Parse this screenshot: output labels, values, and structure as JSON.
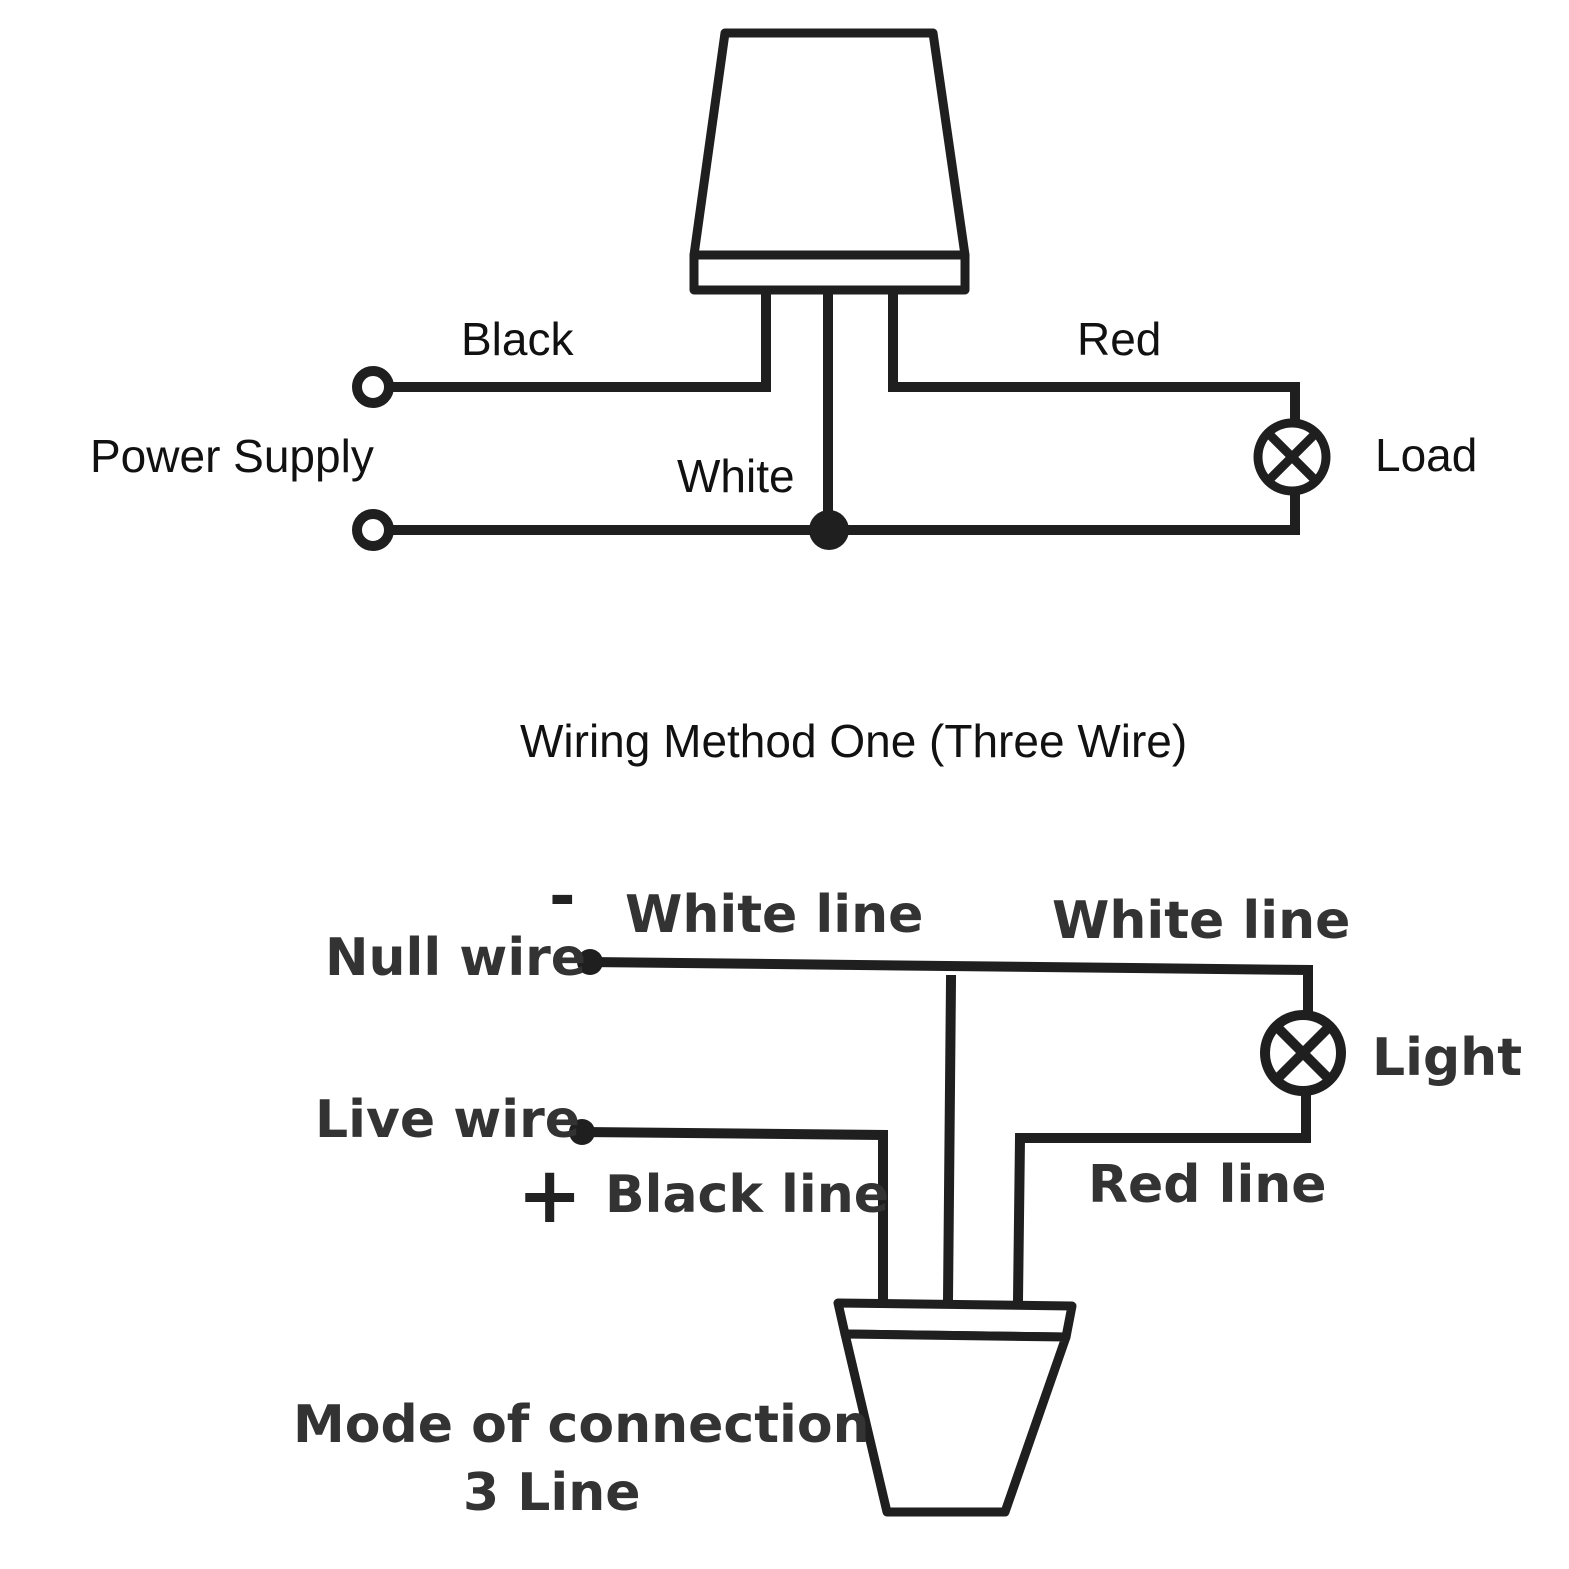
{
  "method_one": {
    "black": "Black",
    "red": "Red",
    "white": "White",
    "power_supply": "Power Supply",
    "load": "Load",
    "caption": "Wiring Method One (Three Wire)"
  },
  "method_two": {
    "minus_sign": "-",
    "plus_sign": "+",
    "white_line_left": "White line",
    "white_line_right": "White line",
    "null_wire": "Null wire",
    "light": "Light",
    "live_wire": "Live wire",
    "black_line": "Black line",
    "red_line": "Red line",
    "mode_line1": "Mode of connection",
    "mode_line2": "3 Line"
  },
  "colors": {
    "line": "#1f1f1f",
    "text_top": "#111111",
    "text_bottom": "#333333",
    "background": "#ffffff"
  },
  "icons": [
    "photocell-sensor-icon",
    "terminal-icon",
    "lamp-icon",
    "junction-dot-icon"
  ]
}
